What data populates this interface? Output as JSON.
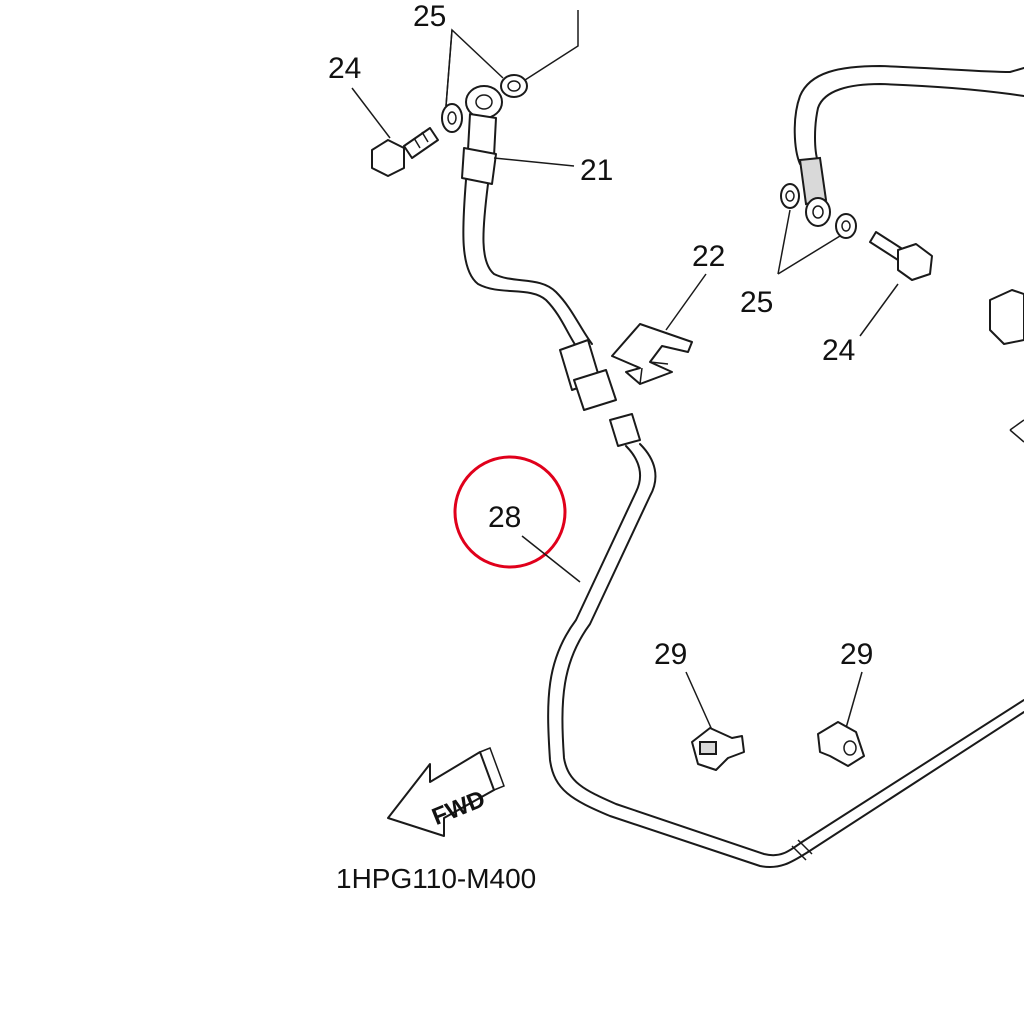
{
  "diagram": {
    "labels": {
      "l25_top": "25",
      "l24_top": "24",
      "l21": "21",
      "l22": "22",
      "l25_right": "25",
      "l24_right": "24",
      "l28": "28",
      "l29_left": "29",
      "l29_right": "29"
    },
    "fwd_text": "FWD",
    "diagram_code": "1HPG110-M400",
    "highlight_color": "#e0001b"
  }
}
